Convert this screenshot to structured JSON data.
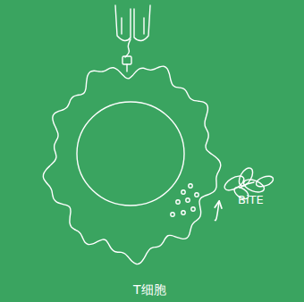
{
  "diagram": {
    "nodes": [
      {
        "text": [
          "T细胞"
        ]
      },
      {
        "text": [
          "BiTE"
        ]
      }
    ],
    "edges": [
      {
        "from": 0,
        "to": 1,
        "arrow": "to"
      }
    ]
  }
}
